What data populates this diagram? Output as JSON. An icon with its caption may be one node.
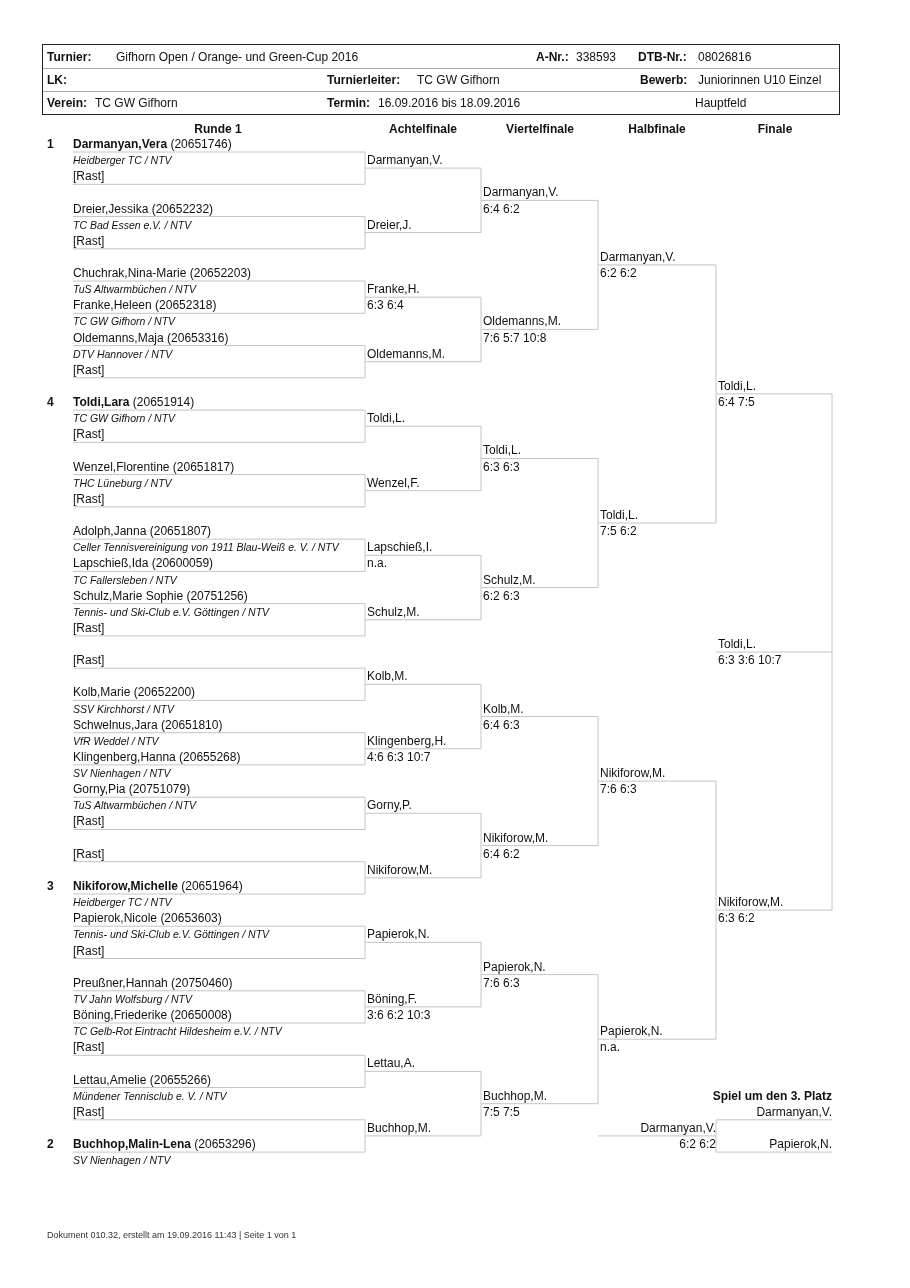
{
  "diagram": {
    "labels": [
      "Turnier:",
      "Gifhorn Open / Orange- und Green-Cup 2016",
      "A-Nr.:",
      "338593",
      "DTB-Nr.:",
      "08026816",
      "LK:",
      "Turnierleiter:",
      "TC GW Gifhorn",
      "Bewerb:",
      "Juniorinnen U10 Einzel",
      "Verein:",
      "TC GW Gifhorn",
      "Termin:",
      "16.09.2016 bis 18.09.2016",
      "Hauptfeld",
      "Runde 1",
      "Achtelfinale",
      "Viertelfinale",
      "Halbfinale",
      "Finale",
      "1",
      "**Darmanyan,Vera** (20651746)",
      "Heidberger TC / NTV",
      "Darmanyan,V.",
      "[Rast]",
      "Darmanyan,V.",
      "Dreier,Jessika (20652232)",
      "6:4 6:2",
      "TC Bad Essen e.V. / NTV",
      "Dreier,J.",
      "[Rast]",
      "Darmanyan,V.",
      "Chuchrak,Nina-Marie (20652203)",
      "6:2 6:2",
      "TuS Altwarmbüchen / NTV",
      "Franke,H.",
      "Franke,Heleen (20652318)",
      "6:3 6:4",
      "TC GW Gifhorn / NTV",
      "Oldemanns,M.",
      "Oldemanns,Maja (20653316)",
      "7:6 5:7 10:8",
      "DTV Hannover / NTV",
      "Oldemanns,M.",
      "[Rast]",
      "Toldi,L.",
      "4",
      "**Toldi,Lara** (20651914)",
      "6:4 7:5",
      "TC GW Gifhorn / NTV",
      "Toldi,L.",
      "[Rast]",
      "Toldi,L.",
      "Wenzel,Florentine (20651817)",
      "6:3 6:3",
      "THC Lüneburg / NTV",
      "Wenzel,F.",
      "[Rast]",
      "Toldi,L.",
      "Adolph,Janna (20651807)",
      "7:5 6:2",
      "Celler Tennisvereinigung von 1911 Blau-Weiß e. V. / NTV",
      "Lapschieß,I.",
      "Lapschieß,Ida (20600059)",
      "n.a.",
      "TC Fallersleben / NTV",
      "Schulz,M.",
      "Schulz,Marie Sophie (20751256)",
      "6:2 6:3",
      "Tennis- und Ski-Club e.V. Göttingen / NTV",
      "Schulz,M.",
      "[Rast]",
      "Toldi,L.",
      "[Rast]",
      "6:3 3:6 10:7",
      "Kolb,M.",
      "Kolb,Marie (20652200)",
      "SSV Kirchhorst / NTV",
      "Kolb,M.",
      "Schwelnus,Jara (20651810)",
      "6:4 6:3",
      "VfR Weddel / NTV",
      "Klingenberg,H.",
      "Klingenberg,Hanna (20655268)",
      "4:6 6:3 10:7",
      "SV Nienhagen / NTV",
      "Nikiforow,M.",
      "Gorny,Pia (20751079)",
      "7:6 6:3",
      "TuS Altwarmbüchen / NTV",
      "Gorny,P.",
      "[Rast]",
      "Nikiforow,M.",
      "[Rast]",
      "6:4 6:2",
      "Nikiforow,M.",
      "3",
      "**Nikiforow,Michelle** (20651964)",
      "Heidberger TC / NTV",
      "Nikiforow,M.",
      "Papierok,Nicole (20653603)",
      "6:3 6:2",
      "Tennis- und Ski-Club e.V. Göttingen / NTV",
      "Papierok,N.",
      "[Rast]",
      "Papierok,N.",
      "Preußner,Hannah (20750460)",
      "7:6 6:3",
      "TV Jahn Wolfsburg / NTV",
      "Böning,F.",
      "Böning,Friederike (20650008)",
      "3:6 6:2 10:3",
      "TC Gelb-Rot Eintracht Hildesheim e.V. / NTV",
      "Papierok,N.",
      "[Rast]",
      "n.a.",
      "Lettau,A.",
      "Lettau,Amelie (20655266)",
      "Mündener Tennisclub e. V. / NTV",
      "Buchhop,M.",
      "Spiel um den 3. Platz",
      "[Rast]",
      "7:5 7:5",
      "Darmanyan,V.",
      "Buchhop,M.",
      "Darmanyan,V.",
      "2",
      "**Buchhop,Malin-Lena** (20653296)",
      "6:2 6:2",
      "Papierok,N.",
      "SV Nienhagen / NTV",
      "Dokument 010.32, erstellt am 19.09.2016 11:43 | Seite 1 von 1"
    ]
  }
}
